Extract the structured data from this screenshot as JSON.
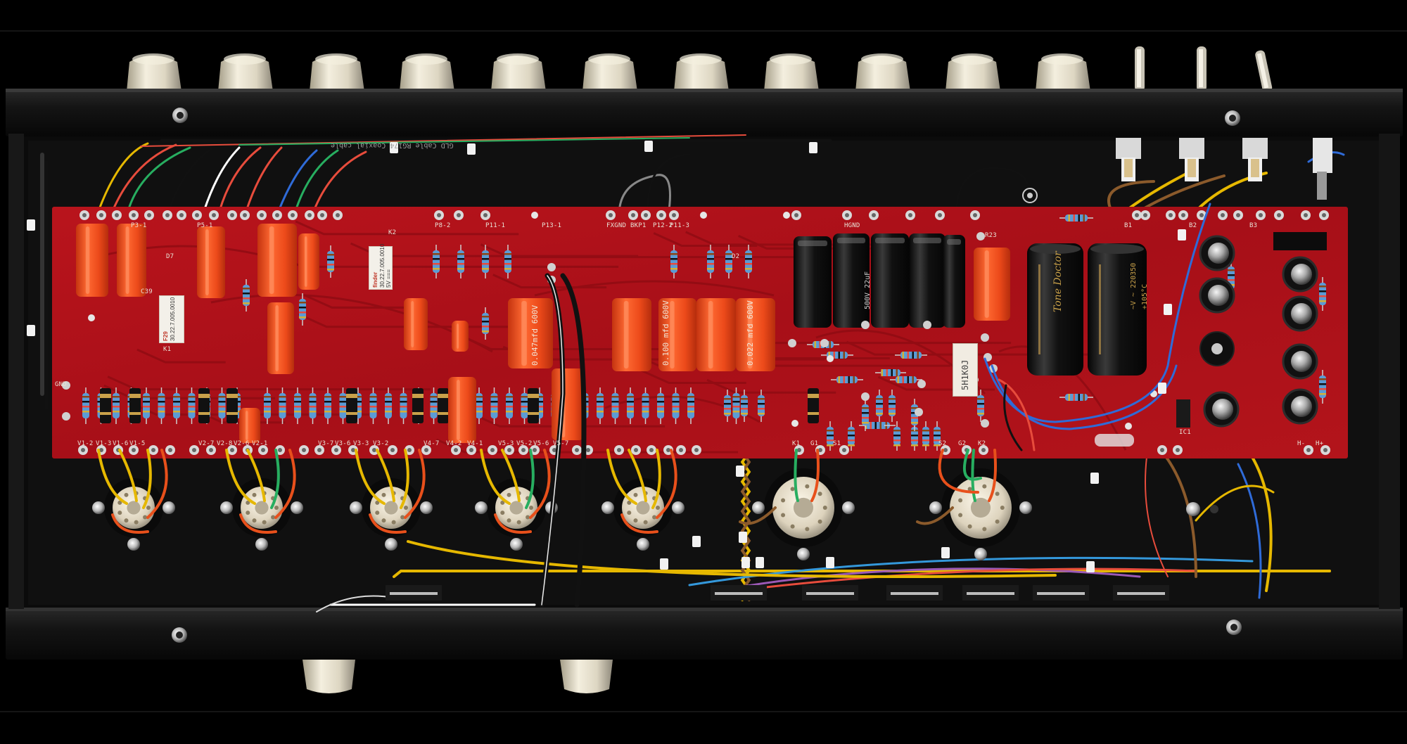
{
  "photo": {
    "subject": "tube amplifier chassis interior",
    "colors": {
      "background": "#000000",
      "chassis": "#0d0d0d",
      "board": "#b3121a",
      "capacitor": "#ef4a1c",
      "filter_cap": "#151515",
      "knob": "#e8e2cf"
    }
  },
  "markings": {
    "relay_brand": "finder",
    "relay_model": "F29",
    "relay_code_k1": "K1",
    "relay_code_k2": "K2",
    "relay_part": "30.22.7.005.0010",
    "relay_part_short": "5V ===",
    "cap_label_a": "0.100 mfd 600V",
    "cap_label_b": "0.047mfd 600V",
    "cap_label_c": "0.022 mfd 600V",
    "filter_cap_label_a": "500V 22uF",
    "filter_cap_label_b": "Tone Doctor",
    "filter_cap_label_c": "+105°C",
    "filter_cap_label_d": "~V ~ 220350",
    "rectifier_label": "5H1K0J",
    "cable_print": "GLD Cable RG174 Coaxial cable",
    "ground_label": "GND",
    "pads_top": [
      "P3-1",
      "P5-1",
      "P8-2",
      "P11-1",
      "P13-1",
      "FXGND",
      "BKP1",
      "P12-2",
      "P11-3",
      "HGND",
      "B1",
      "B2",
      "B3"
    ],
    "pads_bottom": [
      "V1-2",
      "V1-3",
      "V1-6",
      "V1-5",
      "V2-7",
      "V2-8",
      "V2-6",
      "V2-1",
      "V3-7",
      "V3-6",
      "V3-3",
      "V3-2",
      "V4-7",
      "V4-2",
      "V4-1",
      "V5-3",
      "V5-2",
      "V5-6",
      "V5-7",
      "K1",
      "G1",
      "S1",
      "S2",
      "G2",
      "K2",
      "H-",
      "H+"
    ],
    "test_point_labels": [
      "C39",
      "D7",
      "R23",
      "D2",
      "IC1"
    ]
  }
}
